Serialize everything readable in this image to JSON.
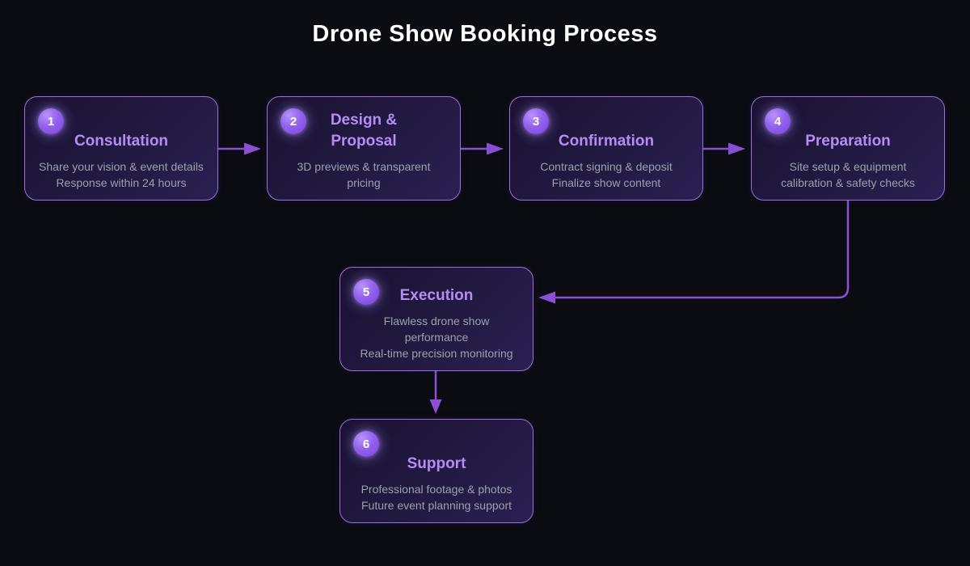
{
  "page_title": "Drone Show Booking Process",
  "colors": {
    "background": "#0a0c12",
    "card_background_dark": "#191231",
    "card_background_light": "#2a2052",
    "card_border": "#9b6fe0",
    "badge_fill": "#8a55ec",
    "badge_glow": "#a782fa",
    "step_title_text": "#b48cf4",
    "step_description_text": "#9ba0ac",
    "connector": "#8b4fd6",
    "page_title_text": "#ffffff"
  },
  "steps": [
    {
      "number": "1",
      "title": "Consultation",
      "desc": [
        "Share your vision & event details",
        "Response within 24 hours"
      ]
    },
    {
      "number": "2",
      "title": "Design & Proposal",
      "desc": [
        "3D previews & transparent pricing"
      ]
    },
    {
      "number": "3",
      "title": "Confirmation",
      "desc": [
        "Contract signing & deposit",
        "Finalize show content"
      ]
    },
    {
      "number": "4",
      "title": "Preparation",
      "desc": [
        "Site setup & equipment",
        "calibration & safety checks"
      ]
    },
    {
      "number": "5",
      "title": "Execution",
      "desc": [
        "Flawless drone show performance",
        "Real-time precision monitoring"
      ]
    },
    {
      "number": "6",
      "title": "Support",
      "desc": [
        "Professional footage & photos",
        "Future event planning support"
      ]
    }
  ]
}
